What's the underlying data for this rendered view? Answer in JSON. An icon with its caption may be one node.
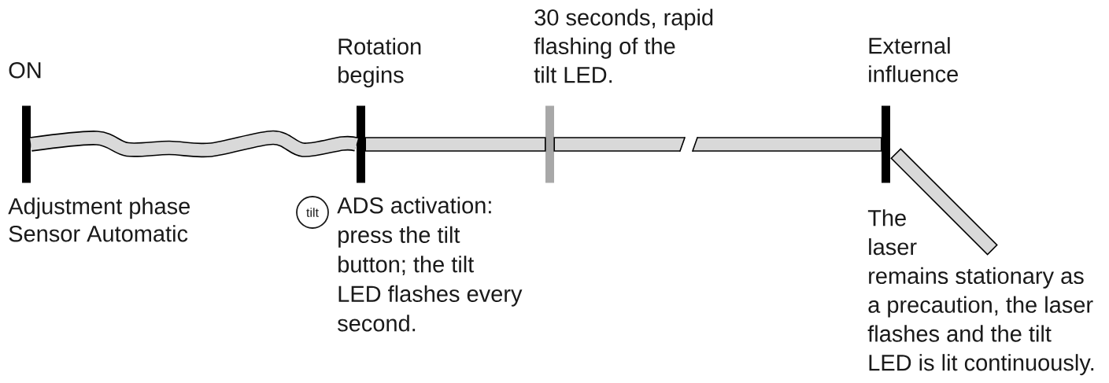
{
  "diagram": {
    "nodes": [
      {
        "text": [
          "ON",
          "Adjustment phase Sensor Automatic"
        ]
      },
      {
        "text": [
          "Rotation begins",
          "ADS activation: press the tilt button; the tilt LED flashes every second."
        ]
      },
      {
        "text": [
          "tilt"
        ]
      },
      {
        "text": [
          "30 seconds, rapid flashing of the tilt LED."
        ]
      },
      {
        "text": [
          "External influence",
          "The laser remains stationary as a precaution, the laser flashes and the tilt LED is lit continuously."
        ]
      }
    ],
    "edges": [
      {
        "from": 0,
        "to": 1,
        "arrow": "none"
      },
      {
        "from": 1,
        "to": 3,
        "arrow": "none"
      },
      {
        "from": 3,
        "to": 4,
        "arrow": "none"
      },
      {
        "from": 4,
        "to": null,
        "arrow": "none"
      }
    ]
  }
}
